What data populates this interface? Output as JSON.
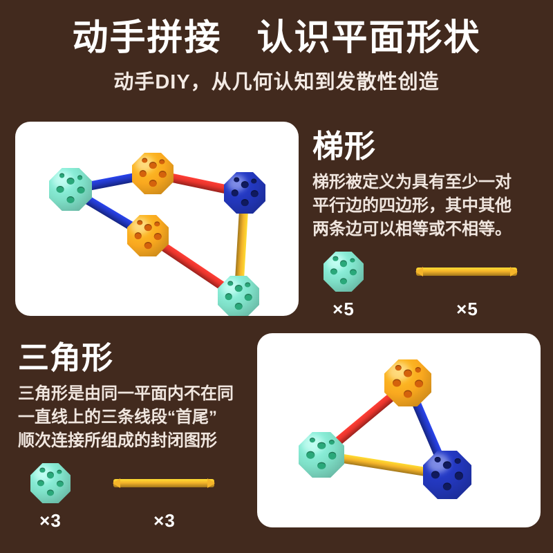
{
  "background_color": "#422a1e",
  "header": {
    "title_part1": "动手拼接",
    "title_part2": "认识平面形状",
    "subtitle": "动手DIY，从几何认知到发散性创造"
  },
  "sections": [
    {
      "id": "trapezoid",
      "heading": "梯形",
      "body_lines": [
        "梯形被定义为具有至少一对",
        "平行边的四边形，其中其他",
        "两条边可以相等或不相等。"
      ],
      "parts": {
        "ball_label": "×5",
        "rod_label": "×5",
        "ball_color": "#7fe0c8",
        "ball_hole_color": "#2aa87a",
        "rod_color": "#f5b52a"
      },
      "photo": {
        "ball_count": 5,
        "rod_count": 5,
        "ball_colors": [
          "#7fe0c8",
          "#f9a81f",
          "#2236b8",
          "#f9a81f",
          "#6fd9b6"
        ],
        "rod_colors": [
          "#2238c4",
          "#e8342c",
          "#2238c4",
          "#e8342c",
          "#f5b52a"
        ]
      }
    },
    {
      "id": "triangle",
      "heading": "三角形",
      "body_lines": [
        "三角形是由同一平面内不在同",
        "一直线上的三条线段“首尾”",
        "顺次连接所组成的封闭图形"
      ],
      "parts": {
        "ball_label": "×3",
        "rod_label": "×3",
        "ball_color": "#7fe0c8",
        "ball_hole_color": "#2aa87a",
        "rod_color": "#f5b52a"
      },
      "photo": {
        "ball_count": 3,
        "rod_count": 3,
        "ball_colors": [
          "#f9a81f",
          "#7fe0c8",
          "#2236b8"
        ],
        "rod_colors": [
          "#e8342c",
          "#2238c4",
          "#f5b52a"
        ]
      }
    }
  ],
  "colors": {
    "teal": "#7fe0c8",
    "teal_hole": "#2aa87a",
    "orange": "#f9a81f",
    "orange_hole": "#d4620c",
    "blue": "#2236b8",
    "blue_hole": "#101a5e",
    "red_rod": "#e8342c",
    "blue_rod": "#2238c4",
    "yellow_rod": "#f5b52a",
    "card_bg": "#ffffff",
    "text": "#ffffff"
  }
}
